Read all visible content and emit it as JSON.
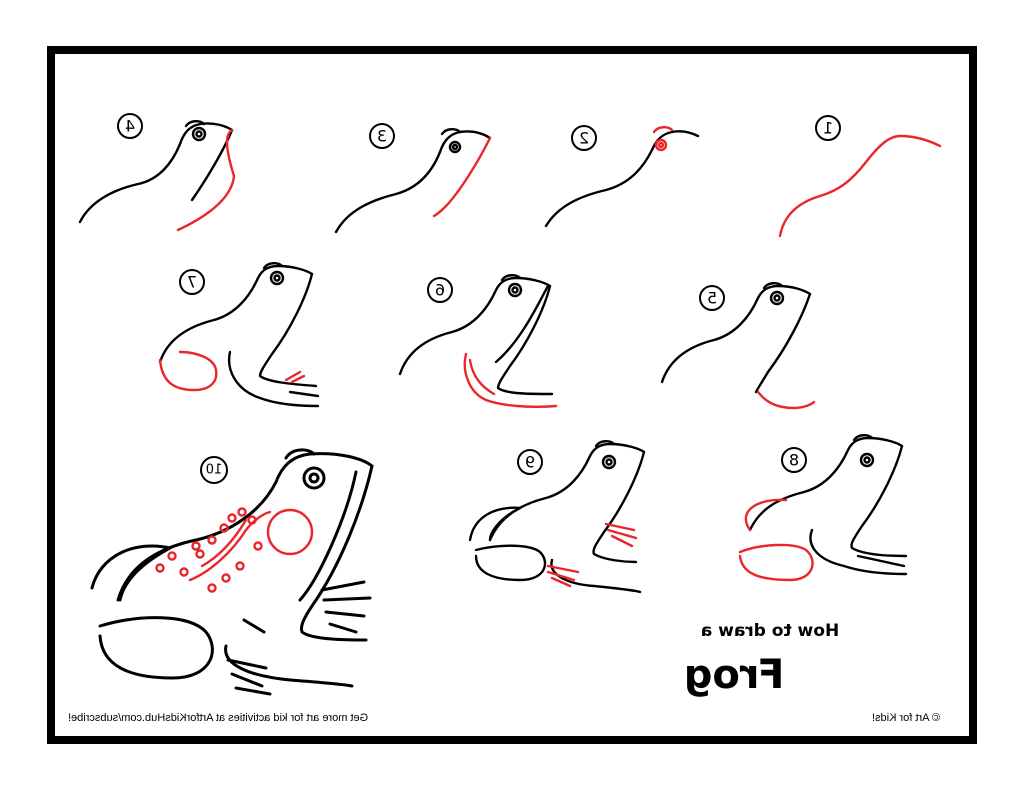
{
  "steps": {
    "step_1": "1",
    "step_2": "2",
    "step_3": "3",
    "step_4": "4",
    "step_5": "5",
    "step_6": "6",
    "step_7": "7",
    "step_8": "8",
    "step_9": "9",
    "step_10": "10"
  },
  "title": {
    "line1": "How to draw a",
    "line2": "Frog"
  },
  "footer": {
    "left": "Get more art for kid activities at ArtforKidsHub.com/subscribe!",
    "right": "© Art for Kids!"
  },
  "colors": {
    "ink": "#000000",
    "accent": "#e8262c",
    "background": "#ffffff"
  }
}
